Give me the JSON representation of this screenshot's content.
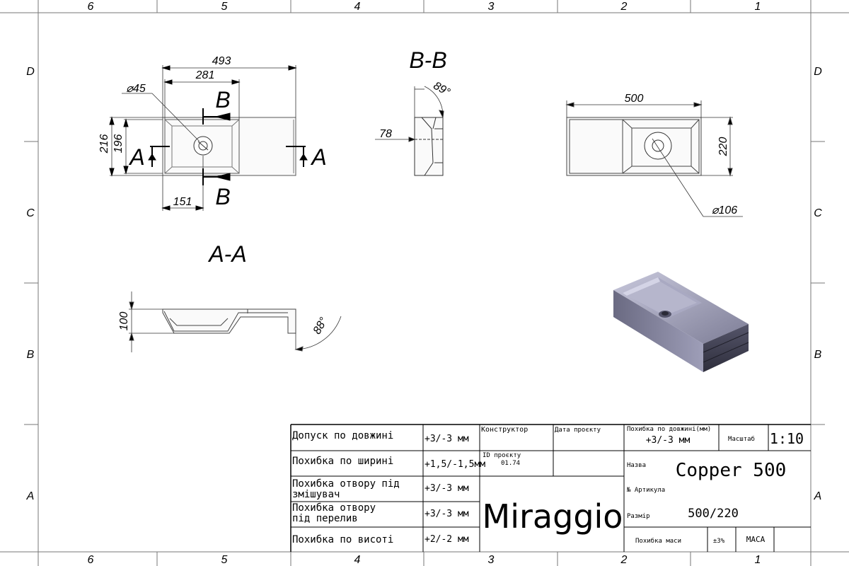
{
  "frame": {
    "columns": [
      "6",
      "5",
      "4",
      "3",
      "2",
      "1"
    ],
    "rows": [
      "D",
      "C",
      "B",
      "A"
    ]
  },
  "top_view": {
    "dims": {
      "overall_length": "493",
      "bowl_length": "281",
      "hole_diameter": "⌀45",
      "depth_outer": "216",
      "depth_inner": "196",
      "hole_offset": "151"
    },
    "section_marks": {
      "a_left": "A",
      "a_right": "A",
      "b_top": "B",
      "b_bottom": "B"
    }
  },
  "section_bb": {
    "title": "B-B",
    "angle": "89°",
    "height": "78"
  },
  "right_view": {
    "length": "500",
    "width": "220",
    "drain": "⌀106"
  },
  "section_aa": {
    "title": "A-A",
    "height": "100",
    "angle": "88°"
  },
  "title_block": {
    "tolerances": [
      {
        "label": "Допуск по довжині",
        "value": "+3/-3 мм"
      },
      {
        "label": "Похибка по ширині",
        "value": "+1,5/-1,5мм"
      },
      {
        "label": "Похибка отвору під змішувач",
        "label2": "змішувач",
        "label1": "Похибка отвору під",
        "value": "+3/-3 мм"
      },
      {
        "label": "Похибка отвору під перелив",
        "label1": "Похибка отвору",
        "label2": "під перелив",
        "value": "+3/-3 мм"
      },
      {
        "label": "Похибка по висоті",
        "value": "+2/-2 мм"
      }
    ],
    "designer_label": "Конструктор",
    "project_date_label": "Дата проєкту",
    "project_id_label": "ID проєкту",
    "project_id": "01.74",
    "brand": "Miraggio",
    "length_error_label": "Похибка по довжині(мм)",
    "length_error_value": "+3/-3 мм",
    "scale_label": "Масштаб",
    "scale": "1:10",
    "name_label": "Назва",
    "name": "Copper 500",
    "article_label": "№ Артикула",
    "size_label": "Размір",
    "size": "500/220",
    "mass_error_label": "Похибка маси",
    "mass_error": "±3%",
    "mass_label": "МАСА"
  }
}
